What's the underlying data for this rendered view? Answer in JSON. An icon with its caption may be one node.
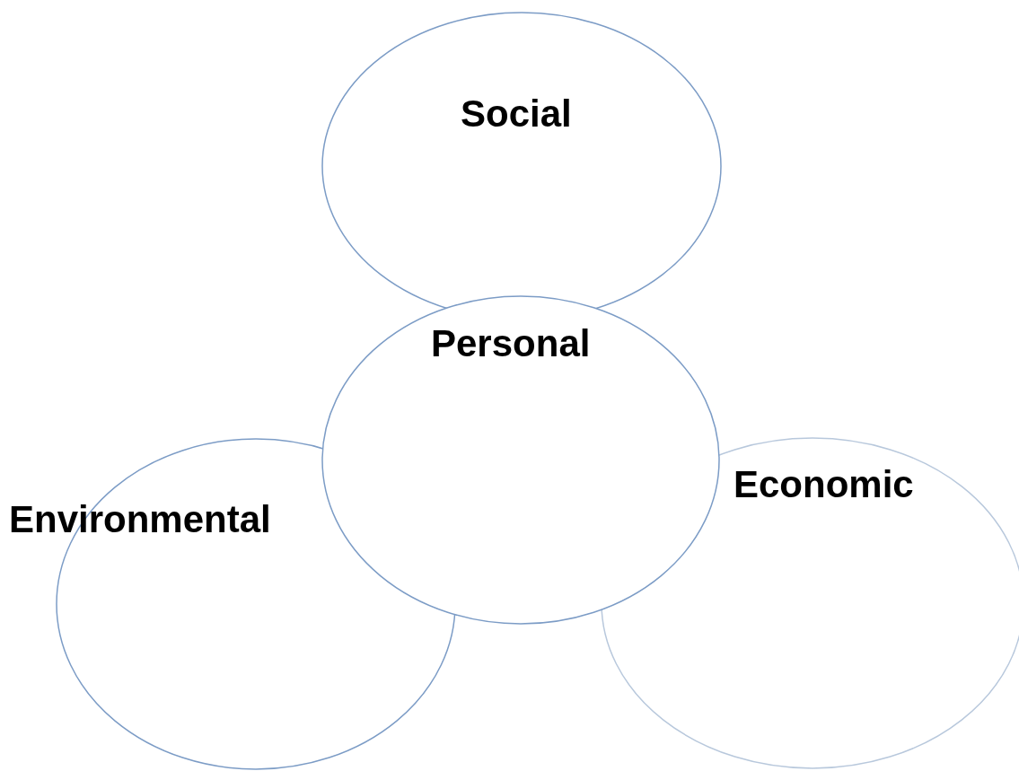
{
  "diagram": {
    "nodes": [
      {
        "text": [
          "Social"
        ]
      },
      {
        "text": [
          "Environmental"
        ]
      },
      {
        "text": [
          "Economic"
        ]
      },
      {
        "text": [
          "Personal"
        ]
      }
    ]
  }
}
